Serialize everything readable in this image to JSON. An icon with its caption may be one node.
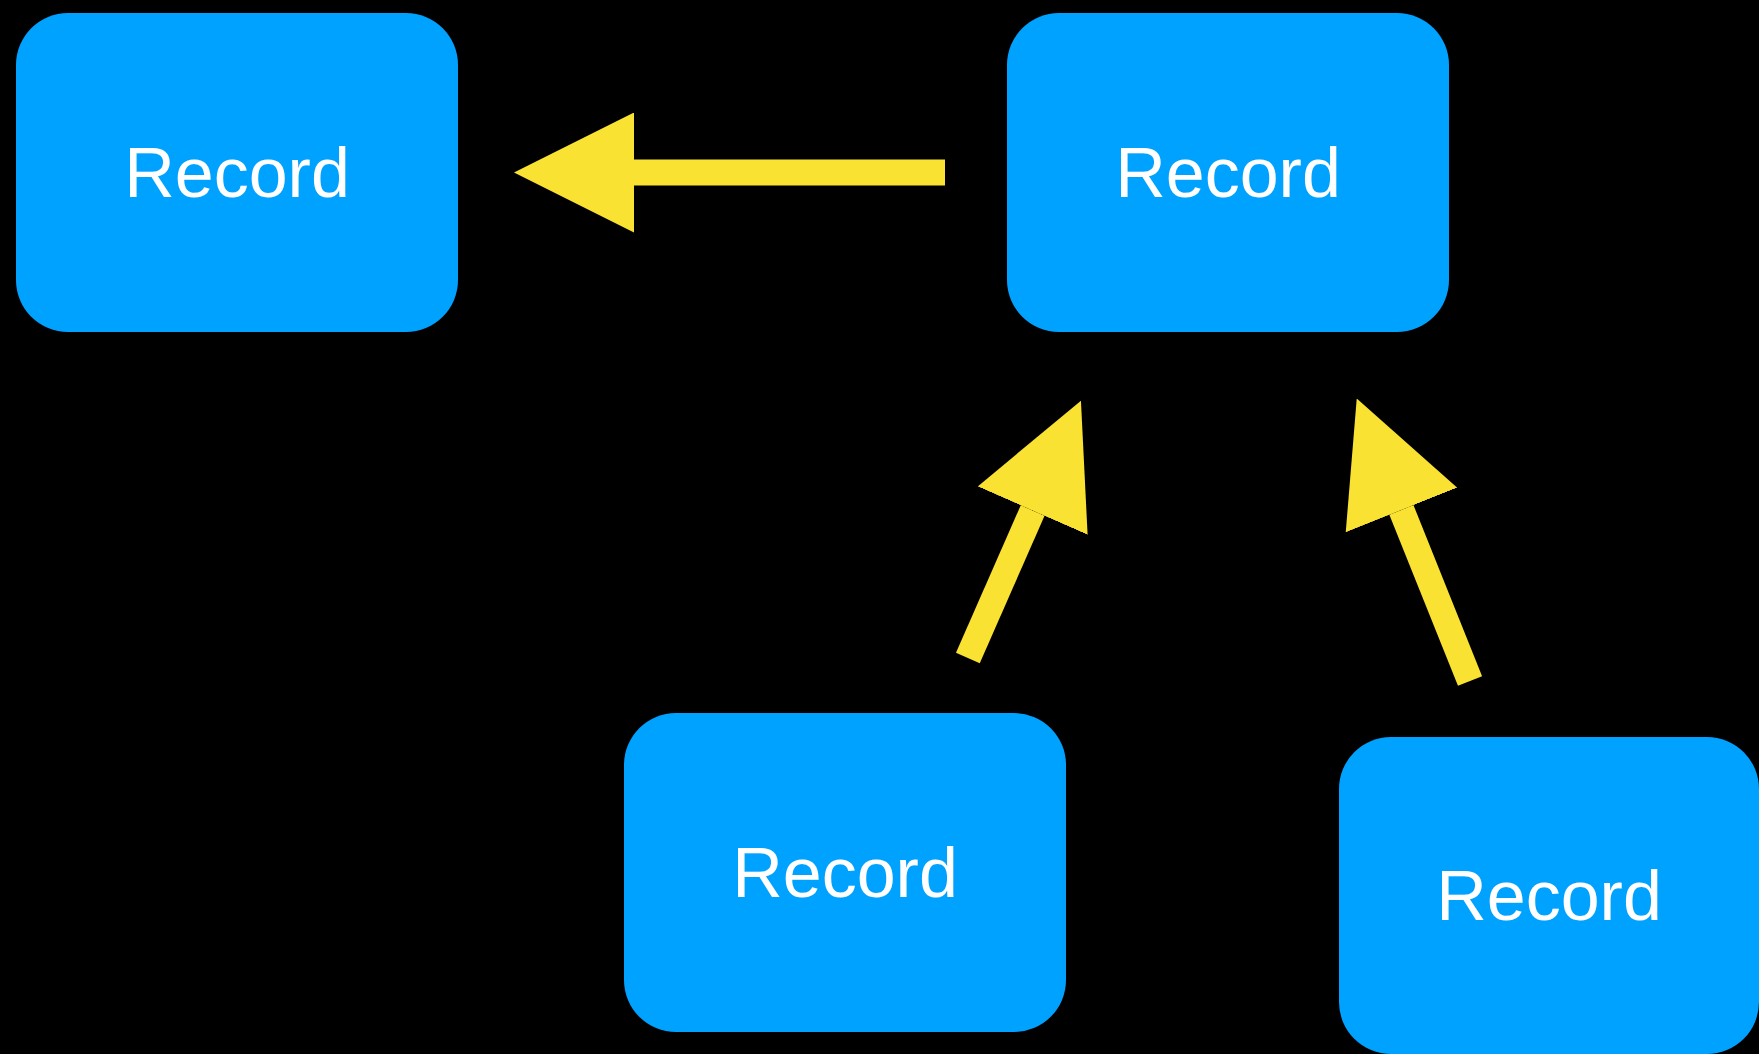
{
  "diagram": {
    "nodes": [
      {
        "text": [
          "Record"
        ]
      },
      {
        "text": [
          "Record"
        ]
      },
      {
        "text": [
          "Record"
        ]
      },
      {
        "text": [
          "Record"
        ]
      }
    ],
    "edges": [
      {
        "from": 1,
        "to": 0,
        "arrow": "to"
      },
      {
        "from": 2,
        "to": 1,
        "arrow": "to"
      },
      {
        "from": 3,
        "to": 1,
        "arrow": "to"
      }
    ]
  }
}
